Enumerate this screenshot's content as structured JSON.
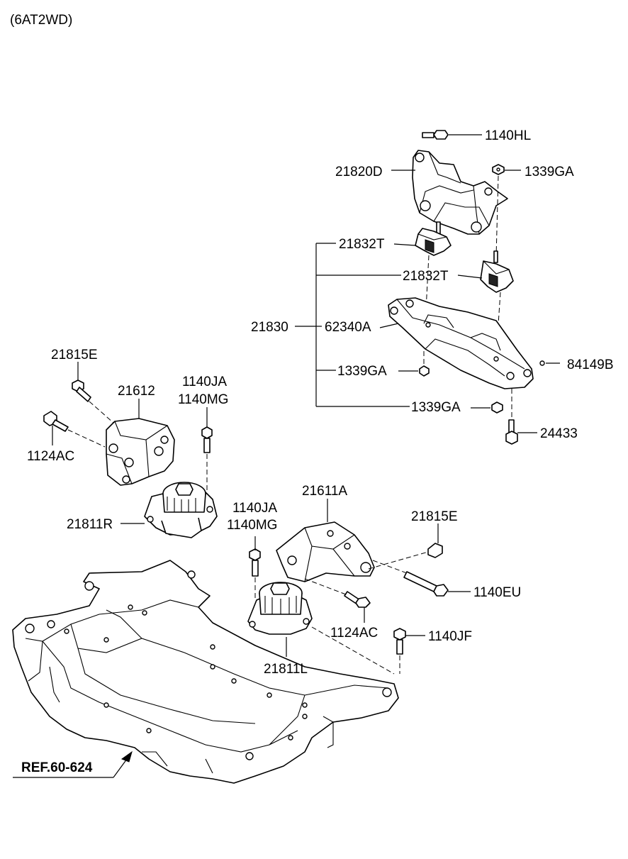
{
  "header": {
    "variant": "(6AT2WD)"
  },
  "parts": {
    "p_1140HL": "1140HL",
    "p_21820D": "21820D",
    "p_1339GA_top": "1339GA",
    "p_21832T_a": "21832T",
    "p_21832T_b": "21832T",
    "p_21830": "21830",
    "p_62340A": "62340A",
    "p_84149B": "84149B",
    "p_1339GA_mid": "1339GA",
    "p_1339GA_low": "1339GA",
    "p_24433": "24433",
    "p_21815E_left": "21815E",
    "p_21612": "21612",
    "p_1140JA_left": "1140JA",
    "p_1140MG_left": "1140MG",
    "p_1124AC_left": "1124AC",
    "p_21811R": "21811R",
    "p_21611A": "21611A",
    "p_1140JA_right": "1140JA",
    "p_1140MG_right": "1140MG",
    "p_21815E_right": "21815E",
    "p_1140EU": "1140EU",
    "p_1124AC_right": "1124AC",
    "p_1140JF": "1140JF",
    "p_21811L": "21811L"
  },
  "reference": {
    "label": "REF.60-624"
  }
}
